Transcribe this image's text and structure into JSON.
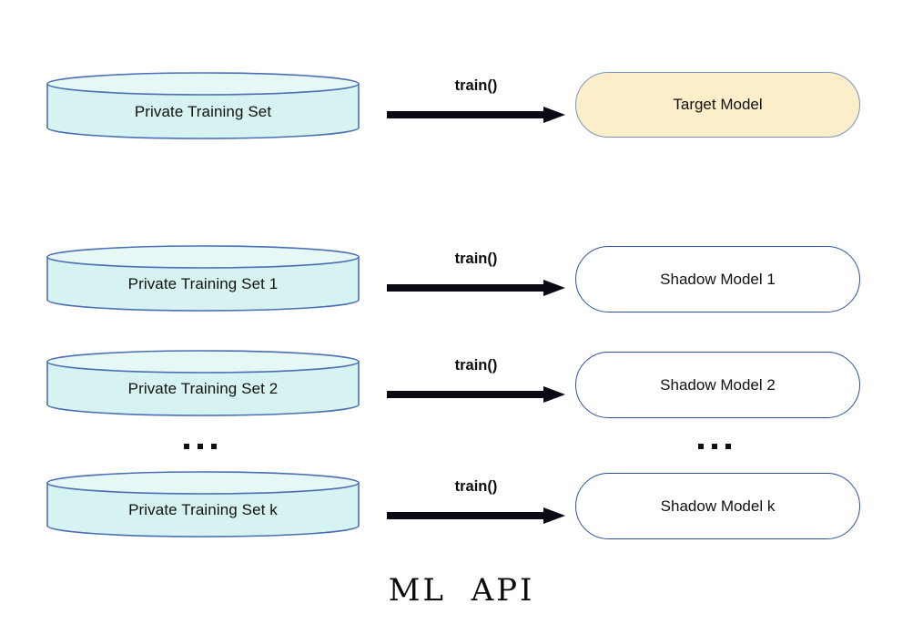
{
  "diagram": {
    "title_caption": "ML  API",
    "colors": {
      "cylinder_fill": "#d7f3f1",
      "cylinder_stroke": "#4a6fb5",
      "cylinder_top_fill": "#e6f8f6",
      "target_fill": "#fceec9",
      "target_stroke": "#7b93c4",
      "shadow_fill": "#ffffff",
      "shadow_stroke": "#2d4fa2",
      "arrow_color": "#0a0a14",
      "text_color": "#111111"
    },
    "rows": [
      {
        "id": "target-row",
        "dataset_label": "Private Training Set",
        "arrow_label": "train()",
        "model_label": "Target Model",
        "model_kind": "target"
      },
      {
        "id": "shadow-row-1",
        "dataset_label": "Private Training Set 1",
        "arrow_label": "train()",
        "model_label": "Shadow Model 1",
        "model_kind": "shadow"
      },
      {
        "id": "shadow-row-2",
        "dataset_label": "Private Training Set 2",
        "arrow_label": "train()",
        "model_label": "Shadow Model 2",
        "model_kind": "shadow"
      },
      {
        "id": "shadow-row-k",
        "dataset_label": "Private Training Set k",
        "arrow_label": "train()",
        "model_label": "Shadow Model k",
        "model_kind": "shadow"
      }
    ],
    "ellipsis": {
      "left_label": "...",
      "right_label": "..."
    },
    "icons": {
      "database_cylinder": "database-cylinder-icon",
      "arrow_right": "arrow-right-icon",
      "ellipsis": "ellipsis-icon"
    }
  }
}
